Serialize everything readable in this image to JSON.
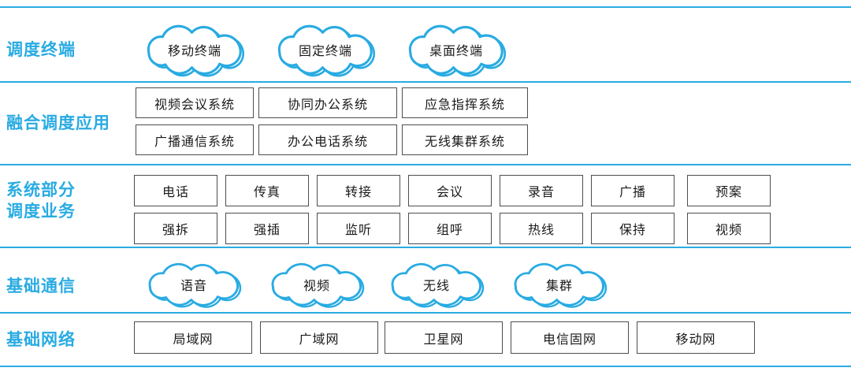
{
  "meta": {
    "accent_color": "#29abe2",
    "box_border_color": "#4d4d4d",
    "text_color": "#1a1a1a"
  },
  "layers": {
    "terminals": {
      "label": "调度终端",
      "clouds": [
        "移动终端",
        "固定终端",
        "桌面终端"
      ]
    },
    "applications": {
      "label": "融合调度应用",
      "rows": [
        [
          "视频会议系统",
          "协同办公系统",
          "应急指挥系统"
        ],
        [
          "广播通信系统",
          "办公电话系统",
          "无线集群系统"
        ]
      ]
    },
    "services": {
      "label_lines": [
        "系统部分",
        "调度业务"
      ],
      "rows": [
        [
          "电话",
          "传真",
          "转接",
          "会议",
          "录音",
          "广播",
          "预案"
        ],
        [
          "强拆",
          "强插",
          "监听",
          "组呼",
          "热线",
          "保持",
          "视频"
        ]
      ]
    },
    "communication": {
      "label": "基础通信",
      "clouds": [
        "语音",
        "视频",
        "无线",
        "集群"
      ]
    },
    "network": {
      "label": "基础网络",
      "boxes": [
        "局域网",
        "广域网",
        "卫星网",
        "电信固网",
        "移动网"
      ]
    }
  }
}
